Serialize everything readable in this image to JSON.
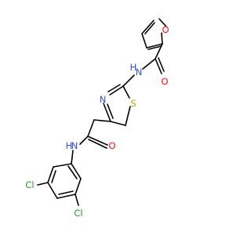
{
  "molecule": {
    "atom_labels": {
      "furan_oxygen": "O",
      "amide1_oxygen": "O",
      "amide1_nh": "N",
      "amide1_h": "H",
      "thiazole_nitrogen": "N",
      "thiazole_sulfur": "S",
      "amide2_oxygen": "O",
      "amide2_nh": "N",
      "amide2_h": "H",
      "chlorine_1": "Cl",
      "chlorine_2": "Cl"
    },
    "colors": {
      "bond": "#000000",
      "oxygen": "#ff0d0d",
      "nitrogen": "#3050f8",
      "sulfur": "#c8a200",
      "chlorine": "#1fa01f"
    }
  }
}
